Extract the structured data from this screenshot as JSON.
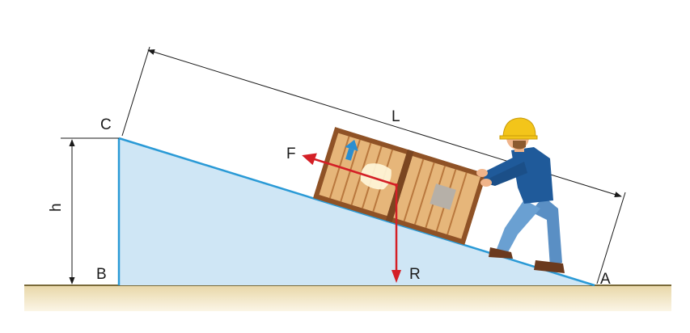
{
  "labels": {
    "vertex_c": "C",
    "vertex_b": "B",
    "vertex_a": "A",
    "length": "L",
    "height": "h",
    "force": "F",
    "resistance": "R"
  },
  "colors": {
    "ramp_fill": "#cfe6f5",
    "ramp_edge": "#2a9ad6",
    "ground": "#d9c38c",
    "crate_frame": "#9a5a2a",
    "crate_panel": "#e6b67a",
    "arrow_red": "#d41f26",
    "arrow_blue": "#2a8ed0",
    "shirt": "#1f5a9a",
    "jeans": "#5a8fc4",
    "helmet": "#f3c51a",
    "skin": "#f0b48a"
  },
  "icons": {
    "crate": "wooden-crate-icon",
    "worker": "worker-pushing-icon",
    "this_side_up": "up-arrow-icon"
  }
}
